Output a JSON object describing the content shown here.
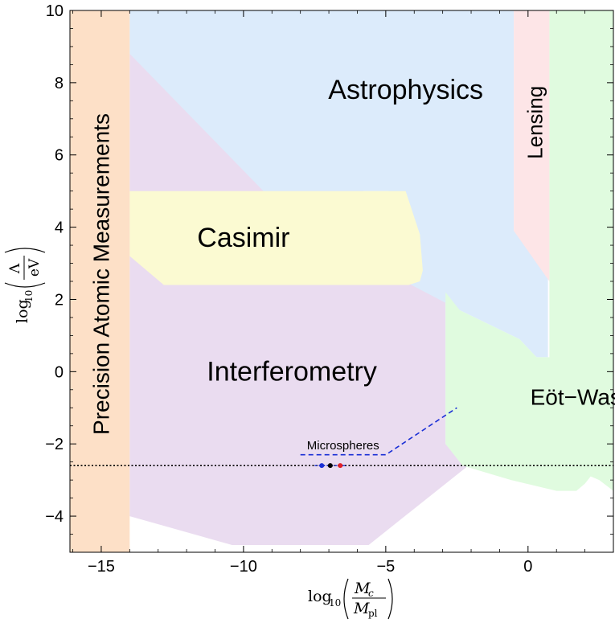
{
  "chart_data": {
    "type": "area",
    "xlabel": {
      "base": "log",
      "sub": "10",
      "num": "M",
      "num_sub": "c",
      "den": "M",
      "den_sub": "pl"
    },
    "ylabel": {
      "base": "log",
      "sub": "10",
      "num": "Λ",
      "den": "eV"
    },
    "xlim": [
      -16.1,
      3.0
    ],
    "ylim": [
      -5,
      10
    ],
    "xticks": [
      -15,
      -10,
      -5,
      0
    ],
    "yticks": [
      -4,
      -2,
      0,
      2,
      4,
      6,
      8,
      10
    ],
    "xtick_labels": [
      "−15",
      "−10",
      "−5",
      "0"
    ],
    "ytick_labels": [
      "−4",
      "−2",
      "0",
      "2",
      "4",
      "6",
      "8",
      "10"
    ],
    "grid": false,
    "regions": [
      {
        "name": "Interferometry",
        "color": "#eadcf0",
        "label": "Interferometry",
        "polygon": [
          [
            -14,
            8.8
          ],
          [
            -14,
            -4.0
          ],
          [
            -10.4,
            -4.8
          ],
          [
            -5.6,
            -4.8
          ],
          [
            -2.1,
            -2.6
          ],
          [
            -2.9,
            -2.0
          ],
          [
            -2.9,
            2.2
          ],
          [
            -6.5,
            5.7
          ],
          [
            -8.8,
            7.3
          ],
          [
            -11.5,
            8.4
          ]
        ],
        "label_at": [
          -8.3,
          0
        ],
        "label_size": 34,
        "rotate": 0
      },
      {
        "name": "Astrophysics",
        "color": "#dcebfb",
        "label": "Astrophysics",
        "polygon": [
          [
            -14.0,
            10
          ],
          [
            -0.5,
            10
          ],
          [
            -0.5,
            3.9
          ],
          [
            0.7,
            2.8
          ],
          [
            0.7,
            0.4
          ],
          [
            0.3,
            0.4
          ],
          [
            -0.3,
            0.9
          ],
          [
            -2.4,
            1.7
          ],
          [
            -4.1,
            2.4
          ],
          [
            -4.4,
            2.7
          ],
          [
            -4.6,
            3.8
          ],
          [
            -4.9,
            5.0
          ],
          [
            -9.3,
            5.0
          ],
          [
            -14.0,
            8.8
          ]
        ],
        "label_at": [
          -4.3,
          7.8
        ],
        "label_size": 34,
        "rotate": 0
      },
      {
        "name": "Casimir",
        "color": "#fbfad2",
        "label": "Casimir",
        "polygon": [
          [
            -14.0,
            5.0
          ],
          [
            -4.3,
            5.0
          ],
          [
            -3.8,
            3.8
          ],
          [
            -3.7,
            2.8
          ],
          [
            -3.8,
            2.5
          ],
          [
            -4.2,
            2.4
          ],
          [
            -12.8,
            2.4
          ],
          [
            -14.0,
            3.2
          ]
        ],
        "label_at": [
          -10.0,
          3.7
        ],
        "label_size": 34,
        "rotate": 0
      },
      {
        "name": "Lensing",
        "color": "#fde5e7",
        "label": "Lensing",
        "polygon": [
          [
            -0.5,
            10
          ],
          [
            0.75,
            10
          ],
          [
            0.75,
            2.5
          ],
          [
            -0.5,
            3.9
          ]
        ],
        "label_at": [
          0.25,
          6.9
        ],
        "label_size": 26,
        "rotate": -90
      },
      {
        "name": "Eot-Wash",
        "color": "#e0fbdf",
        "label": "Eöt−Wash",
        "polygon": [
          [
            0.75,
            10
          ],
          [
            3.0,
            10
          ],
          [
            3.0,
            -3.3
          ],
          [
            2.5,
            -3.0
          ],
          [
            2.2,
            -2.9
          ],
          [
            2.0,
            -3.1
          ],
          [
            1.7,
            -3.3
          ],
          [
            1.0,
            -3.3
          ],
          [
            -0.6,
            -3.0
          ],
          [
            -2.3,
            -2.6
          ],
          [
            -2.9,
            -2.0
          ],
          [
            -2.9,
            2.2
          ],
          [
            -2.4,
            1.7
          ],
          [
            -0.3,
            0.9
          ],
          [
            0.3,
            0.4
          ],
          [
            0.75,
            0.4
          ]
        ],
        "label_at": [
          1.9,
          -0.7
        ],
        "label_size": 28,
        "rotate": 0
      },
      {
        "name": "Precision Atomic Measurements",
        "color": "#fde0c7",
        "label": "Precision Atomic Measurements",
        "polygon": [
          [
            -16.1,
            10
          ],
          [
            -14.0,
            10
          ],
          [
            -14.0,
            -5
          ],
          [
            -16.1,
            -5
          ]
        ],
        "label_at": [
          -15.0,
          2.7
        ],
        "label_size": 28,
        "rotate": -90
      }
    ],
    "microspheres": {
      "label": "Microspheres",
      "line": [
        [
          -8.0,
          -2.3
        ],
        [
          -5.0,
          -2.3
        ],
        [
          -2.5,
          -1.0
        ]
      ],
      "color": "#1a2fd6",
      "label_at": [
        -6.5,
        -2.2
      ]
    },
    "hline": {
      "y": -2.6,
      "style": "dotted",
      "color": "#000000"
    },
    "points": [
      {
        "x": -7.25,
        "y": -2.6,
        "color": "#1a2fd6"
      },
      {
        "x": -6.95,
        "y": -2.6,
        "color": "#000000"
      },
      {
        "x": -6.6,
        "y": -2.6,
        "color": "#e0202a"
      }
    ],
    "point_dash": {
      "x1": -7.5,
      "x2": -6.4,
      "y": -2.6
    }
  }
}
